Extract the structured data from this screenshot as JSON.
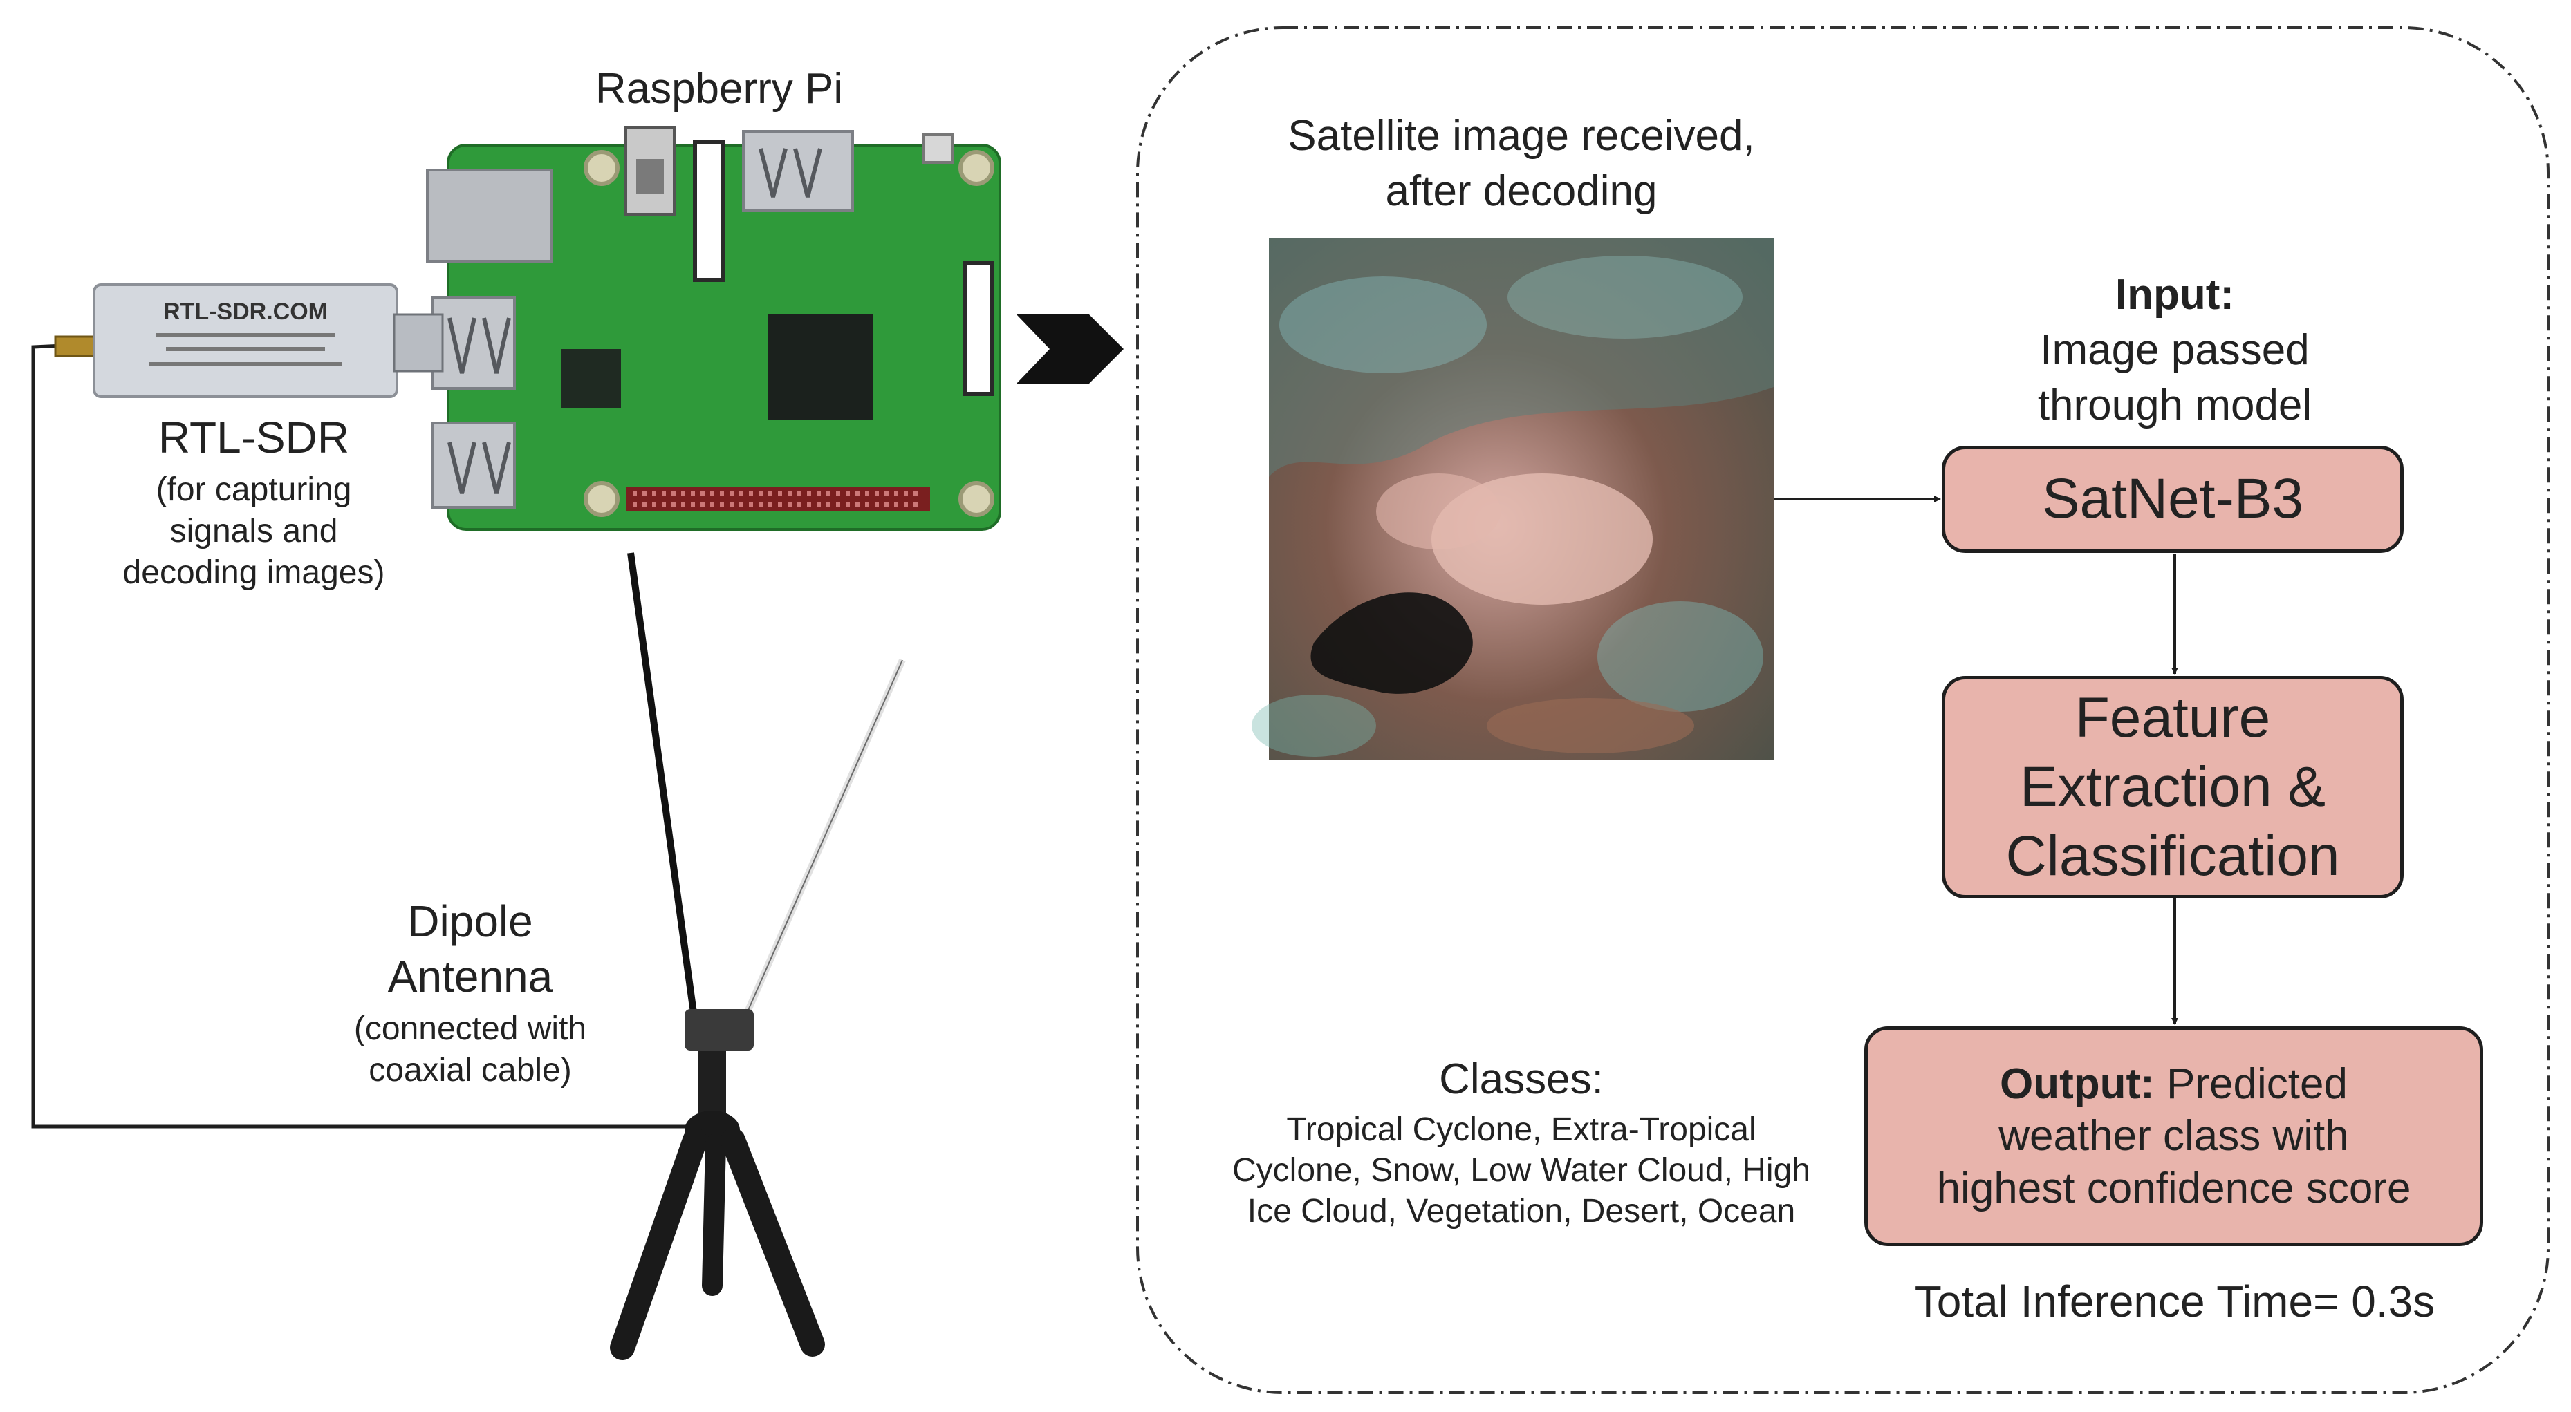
{
  "hardware": {
    "raspberry_pi_label": "Raspberry Pi",
    "rtl_sdr_title": "RTL-SDR",
    "rtl_sdr_desc": [
      "(for capturing",
      "signals and",
      "decoding images)"
    ],
    "rtl_sdr_stick_text": "RTL-SDR.COM",
    "antenna_title": [
      "Dipole",
      "Antenna"
    ],
    "antenna_desc": [
      "(connected with",
      "coaxial cable)"
    ]
  },
  "pipeline": {
    "satellite_caption": [
      "Satellite image received,",
      "after decoding"
    ],
    "input_heading": "Input:",
    "input_desc": [
      "Image passed",
      "through model"
    ],
    "model_box": "SatNet-B3",
    "feature_box": [
      "Feature",
      "Extraction &",
      "Classification"
    ],
    "output_heading": "Output:",
    "output_first_line": " Predicted",
    "output_rest": [
      "weather class with",
      "highest confidence score"
    ],
    "classes_heading": "Classes:",
    "classes_list": [
      "Tropical Cyclone, Extra-Tropical",
      "Cyclone, Snow, Low Water Cloud, High",
      "Ice Cloud, Vegetation, Desert, Ocean"
    ],
    "inference_time": "Total Inference Time= 0.3s"
  },
  "colors": {
    "box_fill": "#e8b4ac",
    "board_green": "#2f9a3a",
    "line": "#1e1e1e"
  },
  "icons": [
    "raspberry-pi-board-icon",
    "rtl-sdr-dongle-icon",
    "tripod-icon",
    "dipole-antenna-icon",
    "chevron-right-icon",
    "satellite-image"
  ]
}
